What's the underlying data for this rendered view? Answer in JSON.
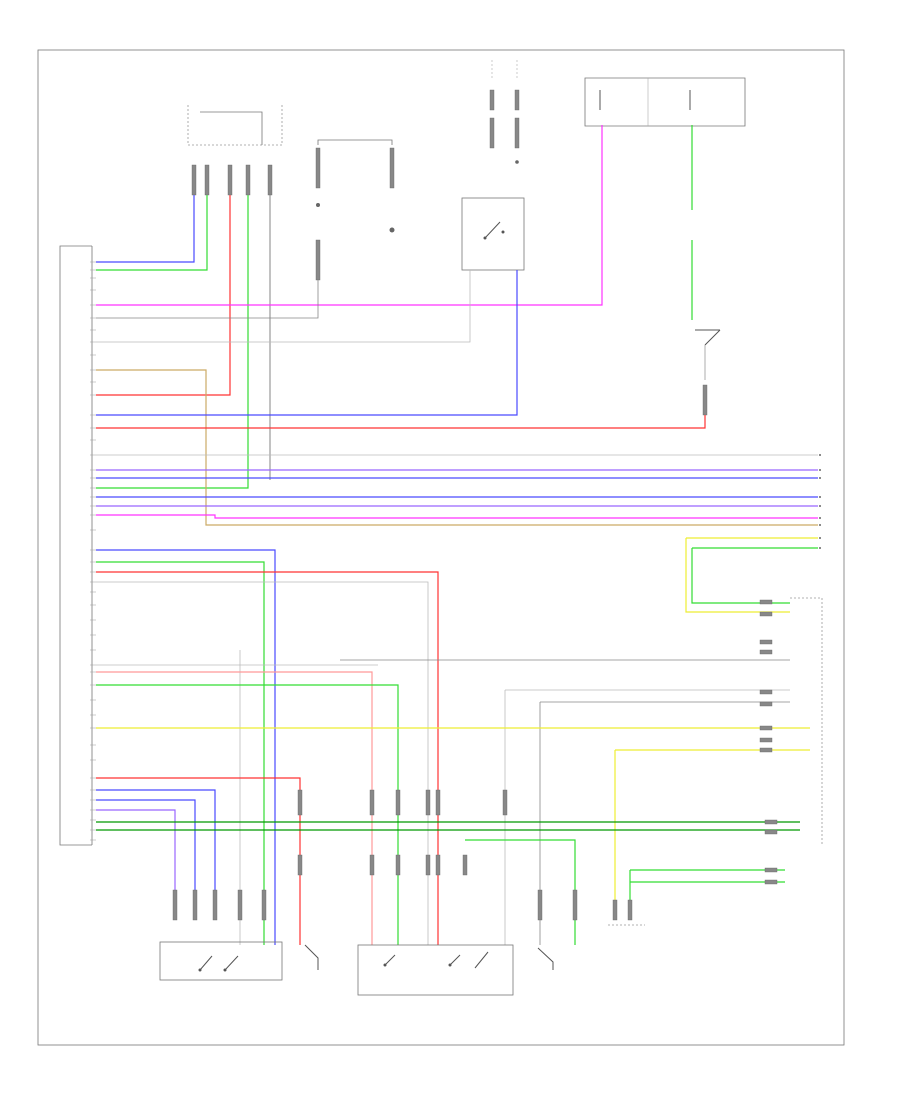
{
  "diagram": {
    "footer_code": "",
    "ecu_label": "",
    "components": [
      {
        "id": "top-module",
        "label": ""
      },
      {
        "id": "fuse-block-mid",
        "label": ""
      },
      {
        "id": "top-switch",
        "label": ""
      },
      {
        "id": "right-fuse-box",
        "label": ""
      },
      {
        "id": "right-ground-switch",
        "label": ""
      },
      {
        "id": "transfer-actuator",
        "label": ""
      },
      {
        "id": "position-switch-left",
        "label": ""
      },
      {
        "id": "diff-actuator",
        "label": ""
      },
      {
        "id": "position-switch-right",
        "label": ""
      },
      {
        "id": "speed-sensor",
        "label": ""
      },
      {
        "id": "instrument-cluster",
        "label": ""
      }
    ],
    "colors": {
      "blue": "#4a4aff",
      "lt_green": "#33dd33",
      "green": "#009900",
      "pink": "#ff33ff",
      "red": "#ff3333",
      "violet": "#9966ff",
      "yellow": "#eeee33",
      "tan": "#ccaa66",
      "gray": "#999999",
      "lt_pink": "#ff9999",
      "frame": "#777777"
    }
  }
}
